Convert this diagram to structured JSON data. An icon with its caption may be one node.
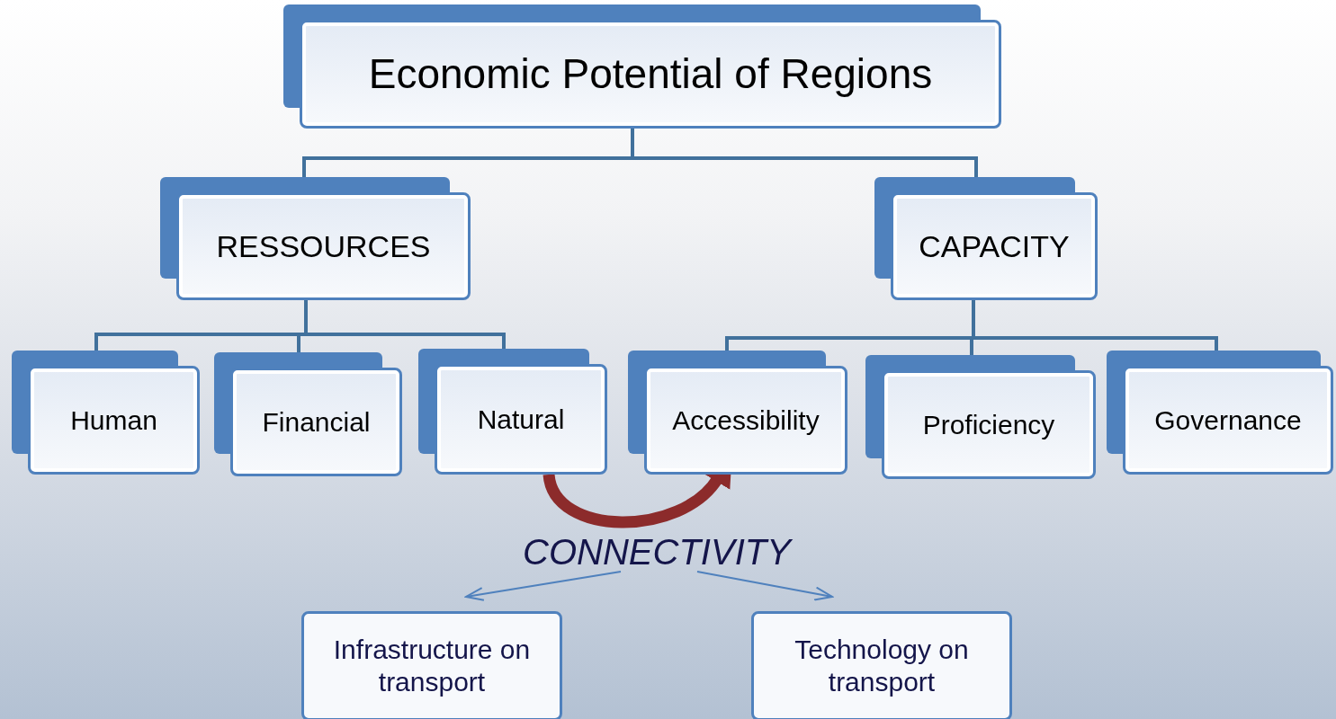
{
  "diagram": {
    "nodes": [
      {
        "text": [
          "Economic Potential of Regions"
        ]
      },
      {
        "text": [
          "RESSOURCES"
        ]
      },
      {
        "text": [
          "CAPACITY"
        ]
      },
      {
        "text": [
          "Human"
        ]
      },
      {
        "text": [
          "Financial"
        ]
      },
      {
        "text": [
          "Natural"
        ]
      },
      {
        "text": [
          "Accessibility"
        ]
      },
      {
        "text": [
          "Proficiency"
        ]
      },
      {
        "text": [
          "Governance"
        ]
      },
      {
        "text": [
          "CONNECTIVITY"
        ]
      },
      {
        "text": [
          "Infrastructure on transport"
        ]
      },
      {
        "text": [
          "Technology on transport"
        ]
      }
    ],
    "edges": [
      {
        "from": 0,
        "to": 1,
        "arrow": "none"
      },
      {
        "from": 0,
        "to": 2,
        "arrow": "none"
      },
      {
        "from": 1,
        "to": 3,
        "arrow": "none"
      },
      {
        "from": 1,
        "to": 4,
        "arrow": "none"
      },
      {
        "from": 1,
        "to": 5,
        "arrow": "none"
      },
      {
        "from": 2,
        "to": 6,
        "arrow": "none"
      },
      {
        "from": 2,
        "to": 7,
        "arrow": "none"
      },
      {
        "from": 2,
        "to": 8,
        "arrow": "none"
      },
      {
        "from": 5,
        "to": 6,
        "arrow": "to",
        "style": "thick",
        "color": "#8c2b2b"
      },
      {
        "from": 9,
        "to": 10,
        "arrow": "to",
        "color": "#4f81bd"
      },
      {
        "from": 9,
        "to": 11,
        "arrow": "to",
        "color": "#4f81bd"
      }
    ]
  }
}
